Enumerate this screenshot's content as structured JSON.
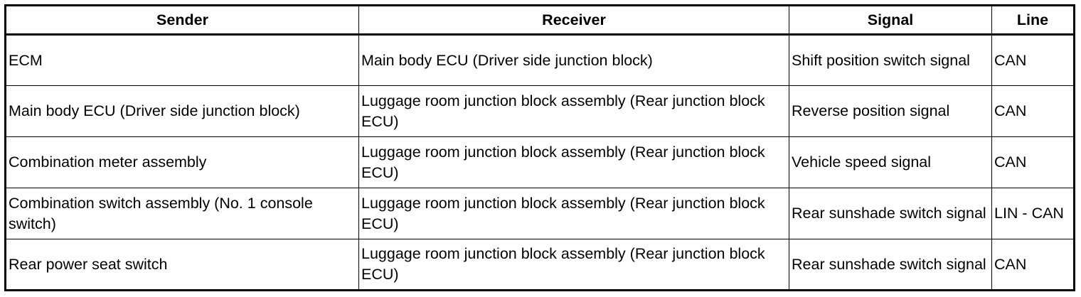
{
  "table": {
    "headers": {
      "sender": "Sender",
      "receiver": "Receiver",
      "signal": "Signal",
      "line": "Line"
    },
    "rows": [
      {
        "sender": "ECM",
        "receiver": "Main body ECU (Driver side junction block)",
        "signal": "Shift position switch signal",
        "line": "CAN"
      },
      {
        "sender": "Main body ECU (Driver side junction block)",
        "receiver": "Luggage room junction block assembly (Rear junction block ECU)",
        "signal": "Reverse position signal",
        "line": "CAN"
      },
      {
        "sender": "Combination meter assembly",
        "receiver": "Luggage room junction block assembly (Rear junction block ECU)",
        "signal": "Vehicle speed signal",
        "line": "CAN"
      },
      {
        "sender": "Combination switch assembly (No. 1 console switch)",
        "receiver": "Luggage room junction block assembly (Rear junction block ECU)",
        "signal": "Rear sunshade switch signal",
        "line": "LIN - CAN"
      },
      {
        "sender": "Rear power seat switch",
        "receiver": "Luggage room junction block assembly (Rear junction block ECU)",
        "signal": "Rear sunshade switch signal",
        "line": "CAN"
      }
    ]
  }
}
